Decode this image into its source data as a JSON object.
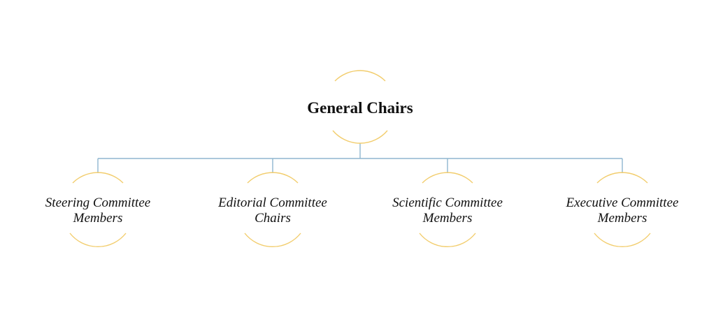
{
  "colors": {
    "background": "#ffffff",
    "connector": "#8fb6cf",
    "node_arc": "#f2cd6d",
    "text": "#111111"
  },
  "org_chart": {
    "root": {
      "label": "General Chairs"
    },
    "children": [
      {
        "lines": [
          "Steering Committee",
          "Members"
        ]
      },
      {
        "lines": [
          "Editorial Committee",
          "Chairs"
        ]
      },
      {
        "lines": [
          "Scientific Committee",
          "Members"
        ]
      },
      {
        "lines": [
          "Executive Committee",
          "Members"
        ]
      }
    ]
  }
}
